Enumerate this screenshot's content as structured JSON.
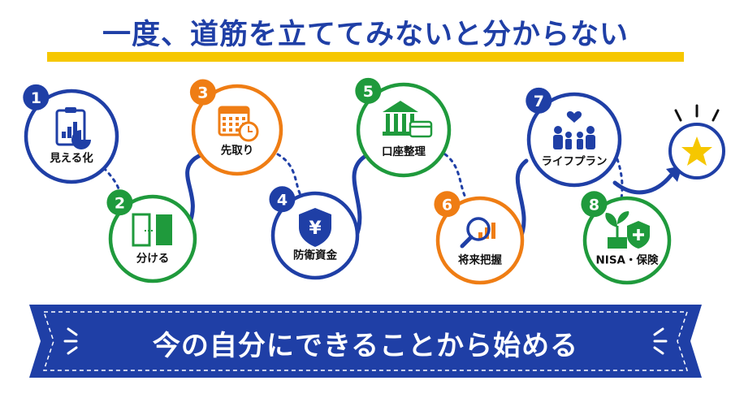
{
  "title": "一度、道筋を立ててみないと分からない",
  "banner": "今の自分にできることから始める",
  "colors": {
    "blue": "#1f3fa6",
    "green": "#1f9a3c",
    "orange": "#ef7d14",
    "yellow": "#f6c700"
  },
  "steps": [
    {
      "number": "1",
      "label": "見える化",
      "icon": "clipboard-chart-icon",
      "color": "blue"
    },
    {
      "number": "2",
      "label": "分ける",
      "icon": "split-boxes-icon",
      "color": "green"
    },
    {
      "number": "3",
      "label": "先取り",
      "icon": "calendar-clock-icon",
      "color": "orange"
    },
    {
      "number": "4",
      "label": "防衛資金",
      "icon": "yen-shield-icon",
      "color": "blue"
    },
    {
      "number": "5",
      "label": "口座整理",
      "icon": "bank-card-icon",
      "color": "green"
    },
    {
      "number": "6",
      "label": "将来把握",
      "icon": "magnifier-chart-icon",
      "color": "orange"
    },
    {
      "number": "7",
      "label": "ライフプラン",
      "icon": "family-heart-icon",
      "color": "blue"
    },
    {
      "number": "8",
      "label": "NISA・保険",
      "icon": "plant-shield-icon",
      "color": "green"
    }
  ],
  "goal_icon": "star-icon"
}
